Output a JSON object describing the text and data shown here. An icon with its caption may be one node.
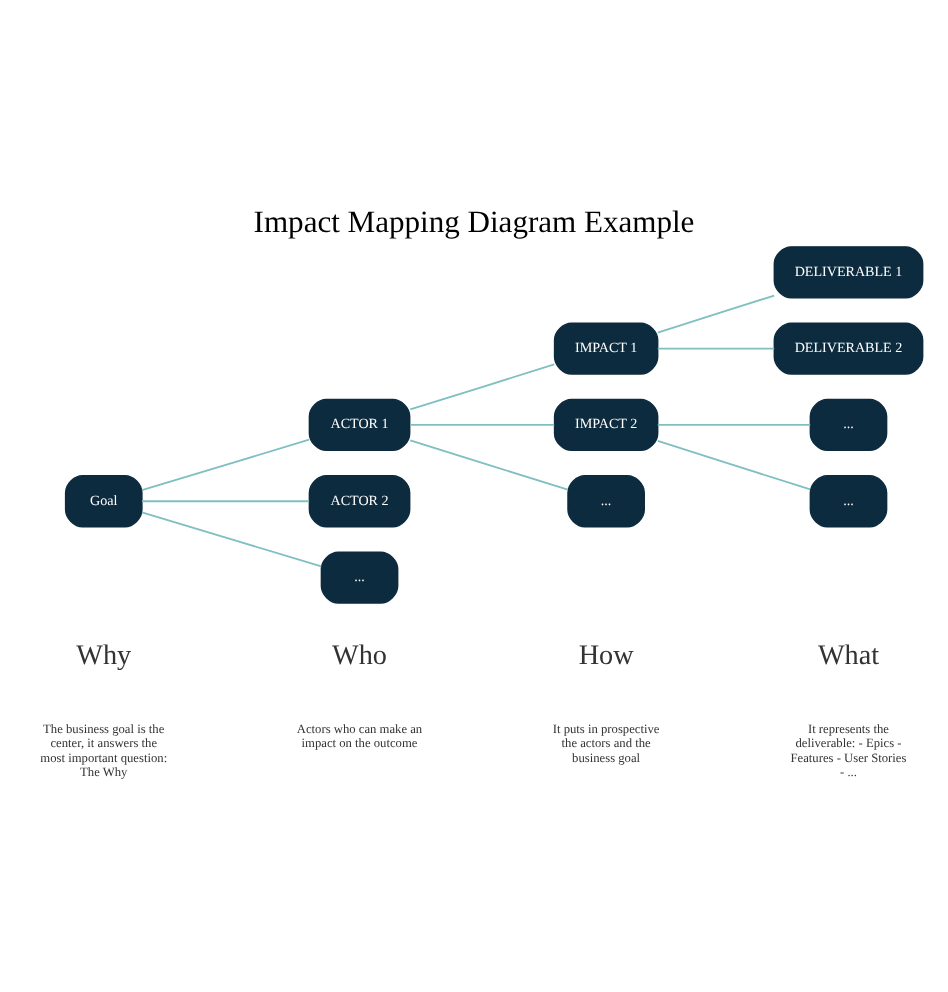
{
  "diagram": {
    "title": "Impact Mapping Diagram Example",
    "nodes": [
      {
        "text": [
          "Goal"
        ]
      },
      {
        "text": [
          "ACTOR 1"
        ]
      },
      {
        "text": [
          "ACTOR 2"
        ]
      },
      {
        "text": [
          "..."
        ]
      },
      {
        "text": [
          "IMPACT 1"
        ]
      },
      {
        "text": [
          "IMPACT 2"
        ]
      },
      {
        "text": [
          "..."
        ]
      },
      {
        "text": [
          "DELIVERABLE 1"
        ]
      },
      {
        "text": [
          "DELIVERABLE 2"
        ]
      },
      {
        "text": [
          "..."
        ]
      },
      {
        "text": [
          "..."
        ]
      }
    ],
    "edges": [
      {
        "from": 0,
        "to": 1,
        "arrow": "none"
      },
      {
        "from": 0,
        "to": 2,
        "arrow": "none"
      },
      {
        "from": 0,
        "to": 3,
        "arrow": "none"
      },
      {
        "from": 1,
        "to": 4,
        "arrow": "none"
      },
      {
        "from": 1,
        "to": 5,
        "arrow": "none"
      },
      {
        "from": 1,
        "to": 6,
        "arrow": "none"
      },
      {
        "from": 4,
        "to": 7,
        "arrow": "none"
      },
      {
        "from": 4,
        "to": 8,
        "arrow": "none"
      },
      {
        "from": 5,
        "to": 9,
        "arrow": "none"
      },
      {
        "from": 5,
        "to": 10,
        "arrow": "none"
      }
    ],
    "labels": [
      "Why",
      "The business goal is the center, it answers the most important question: The Why",
      "Who",
      "Actors who can make an impact on the outcome",
      "How",
      "It puts in prospective the actors and the business goal",
      "What",
      "It represents the deliverable: - Epics - Features - User Stories - ..."
    ]
  }
}
